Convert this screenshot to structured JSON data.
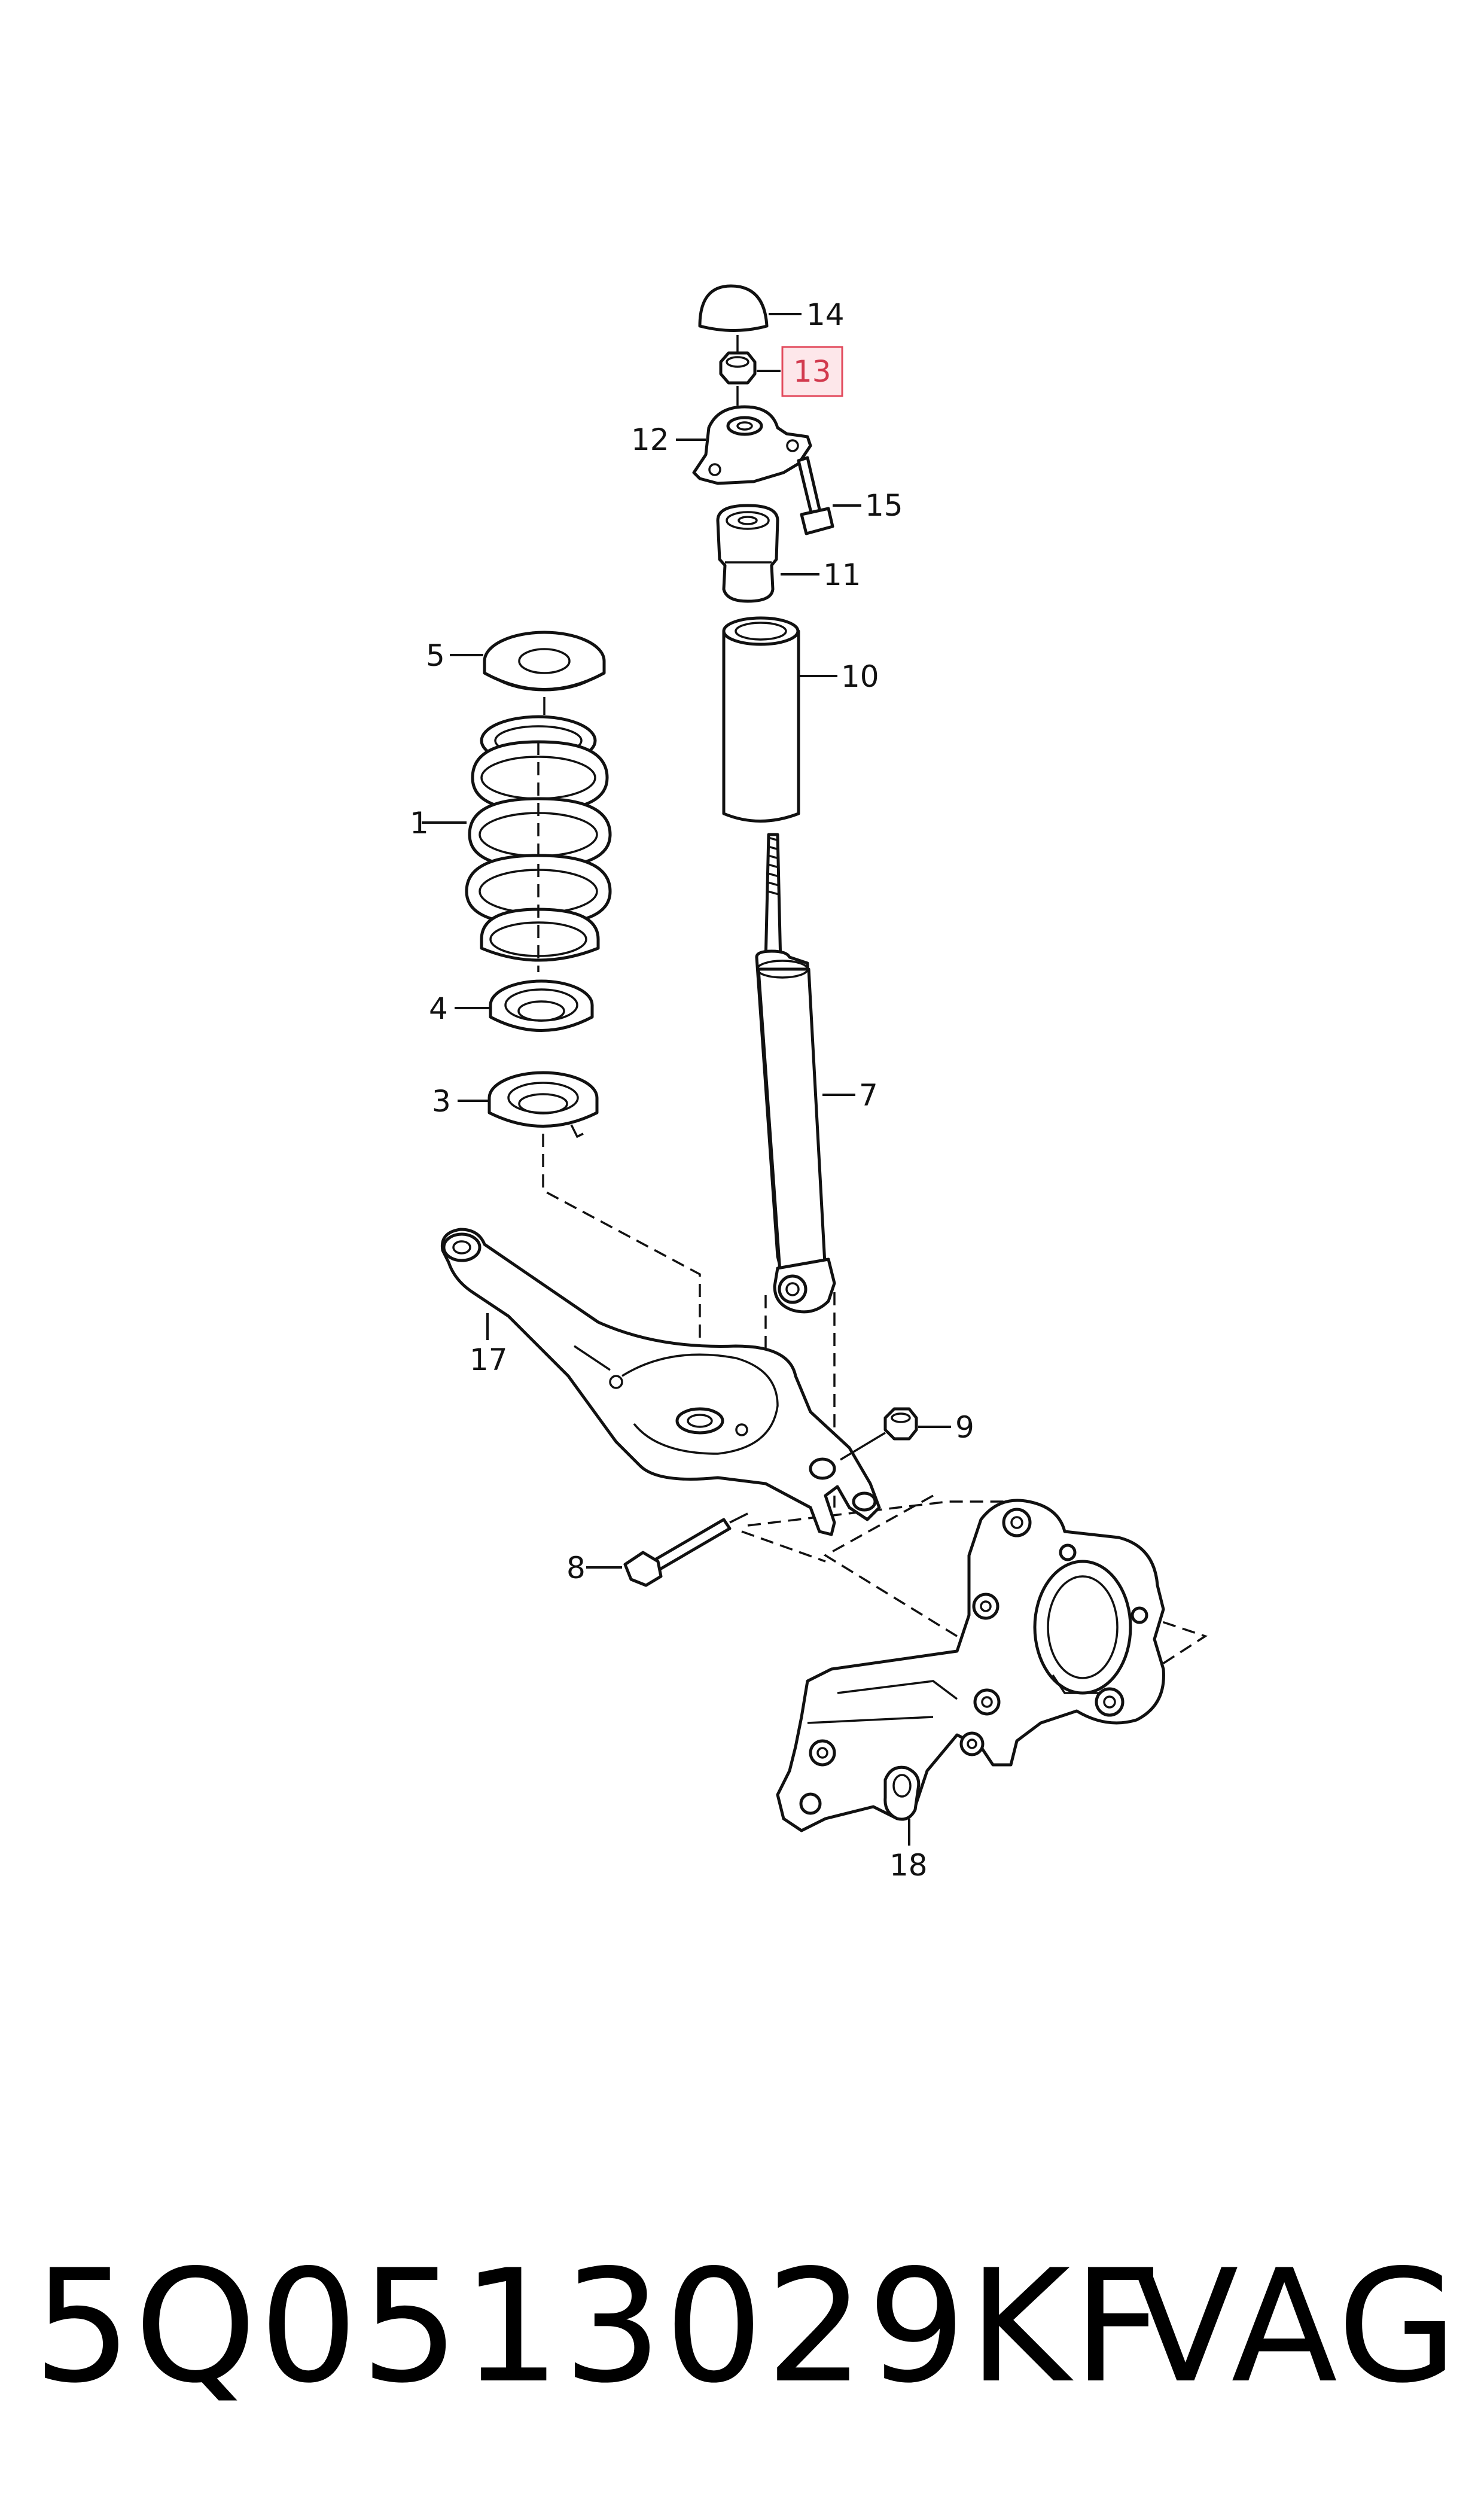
{
  "labels": {
    "l1": "1",
    "l3": "3",
    "l4": "4",
    "l5": "5",
    "l7": "7",
    "l8": "8",
    "l9": "9",
    "l10": "10",
    "l11": "11",
    "l12": "12",
    "l13": "13",
    "l14": "14",
    "l15": "15",
    "l17": "17",
    "l18": "18"
  },
  "highlight": {
    "label": "13",
    "colors": {
      "fill": "#fde7ea",
      "stroke": "#e24a5c",
      "text": "#d23a4e"
    }
  },
  "footer": {
    "part_number": "5Q0513029KF",
    "brand": "VAG"
  }
}
